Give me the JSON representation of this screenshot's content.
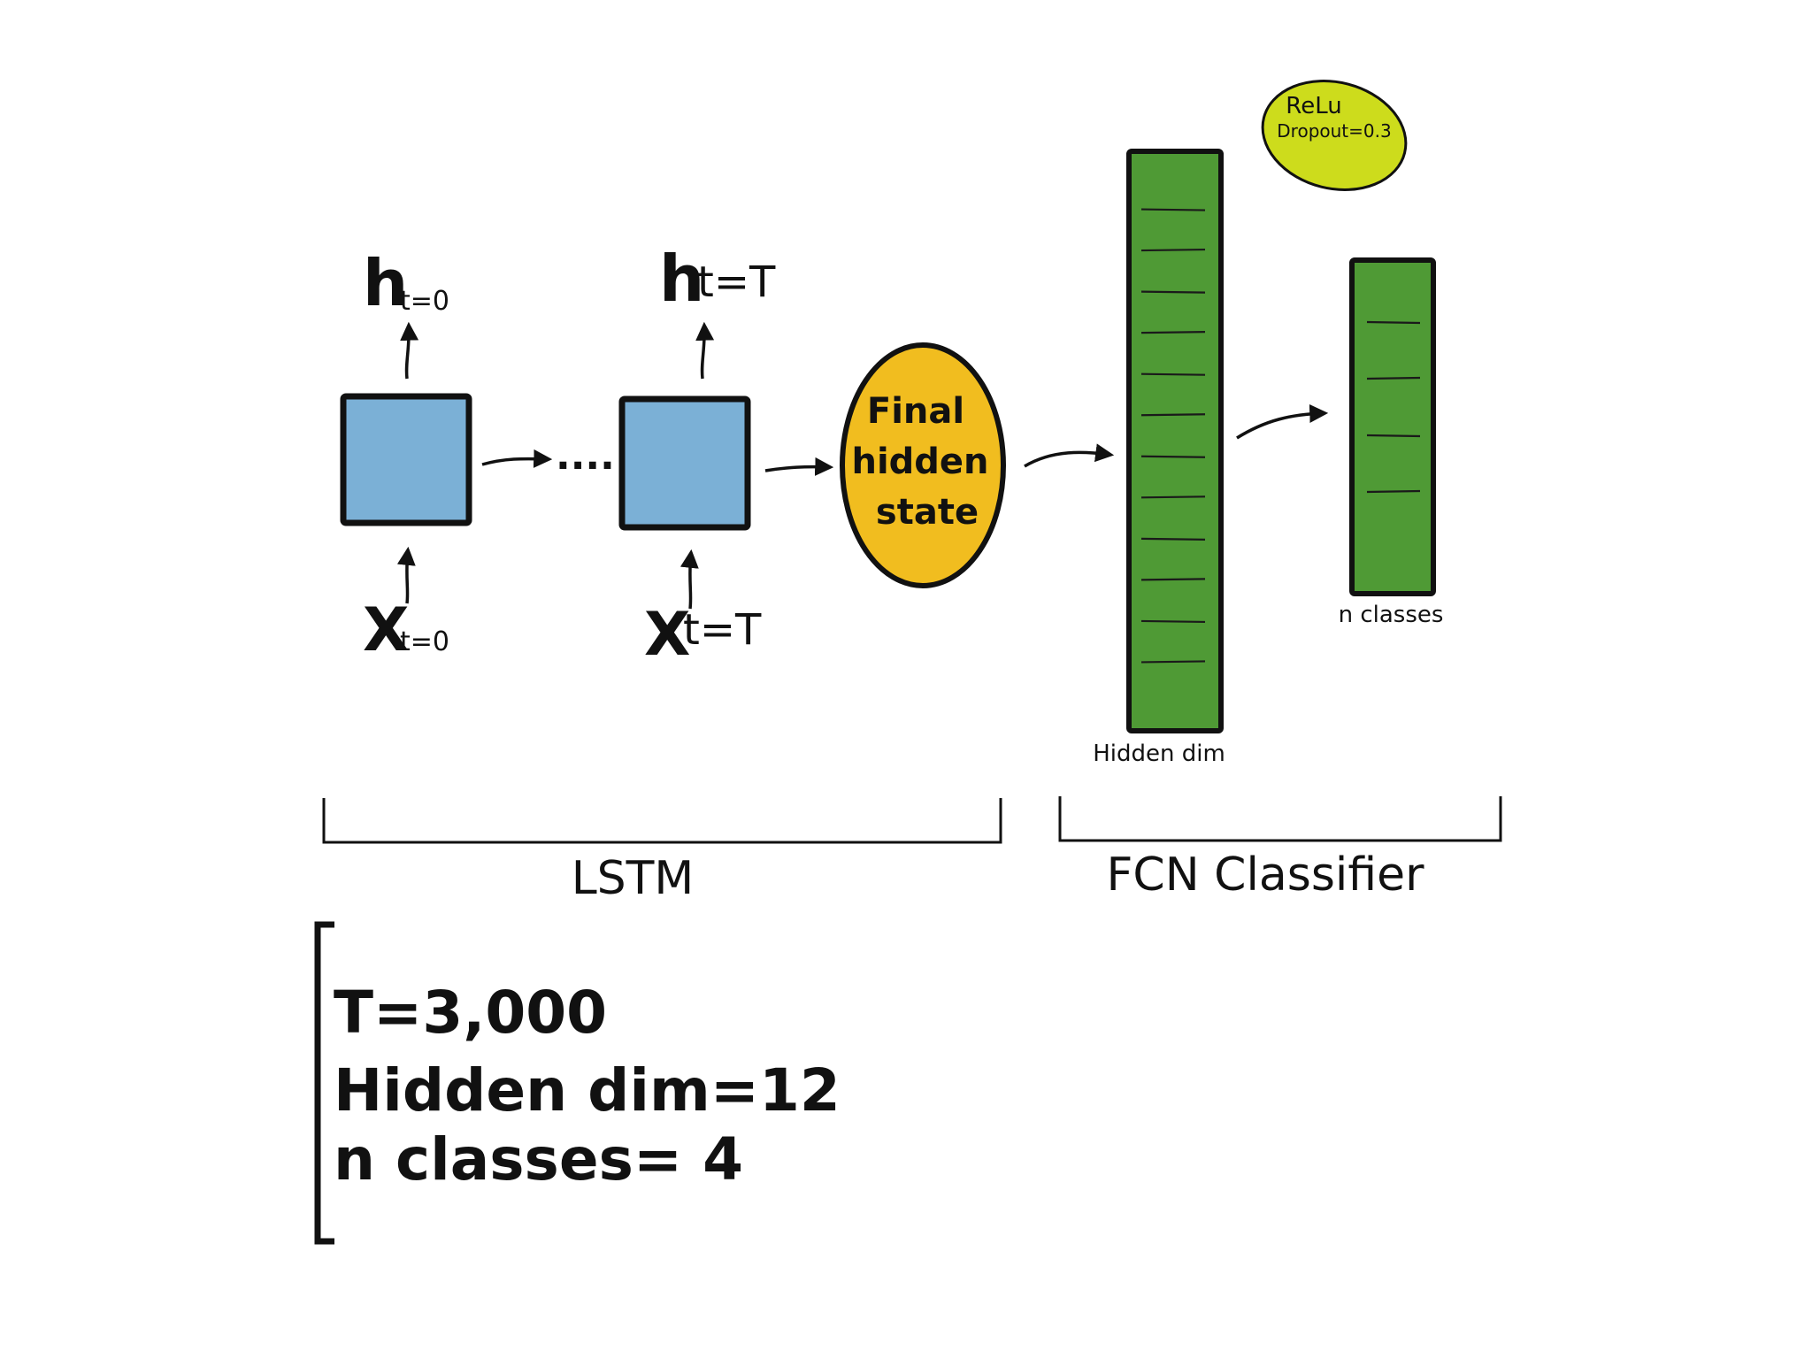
{
  "labels": {
    "h_first": "h",
    "h_first_sub": "t=0",
    "h_last": "h",
    "h_last_sub": "t=T",
    "x_first": "X",
    "x_first_sub": "t=0",
    "x_last": "X",
    "x_last_sub": "t=T",
    "dots": "....",
    "final_state_line1": "Final",
    "final_state_line2": "hidden",
    "final_state_line3": "state",
    "hidden_dim_caption": "Hidden dim",
    "n_classes_caption": "n classes",
    "activation_line1": "ReLu",
    "activation_line2": "Dropout=0.3",
    "lstm_group": "LSTM",
    "fcn_group": "FCN Classifier"
  },
  "params": {
    "line1": "T=3,000",
    "line2": "Hidden dim=12",
    "line3": "n classes= 4"
  },
  "colors": {
    "lstm_cell": "#7bb0d6",
    "final_state": "#f1bd1f",
    "fc_layer": "#4f9a35",
    "activation_badge": "#cddc1c"
  },
  "fc_layers": {
    "hidden_dim_ticks": 12,
    "n_classes_ticks": 4
  }
}
